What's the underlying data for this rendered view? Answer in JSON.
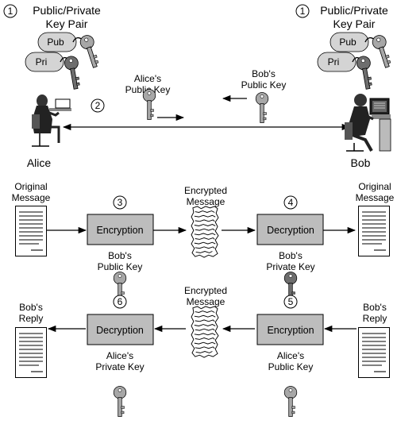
{
  "colors": {
    "box_fill": "#bdbdbd",
    "key_light": "#a7a7a7",
    "key_dark": "#6e6e6e",
    "key_pill": "#d4d4d4",
    "stroke": "#000000",
    "paper": "#ffffff"
  },
  "key_pairs": {
    "alice": {
      "step": "1",
      "line1": "Public/Private",
      "line2": "Key Pair",
      "pub": "Pub",
      "pri": "Pri"
    },
    "bob": {
      "step": "1",
      "line1": "Public/Private",
      "line2": "Key Pair",
      "pub": "Pub",
      "pri": "Pri"
    }
  },
  "exchange": {
    "step": "2",
    "alice_key": {
      "line1": "Alice's",
      "line2": "Public Key"
    },
    "bob_key": {
      "line1": "Bob's",
      "line2": "Public Key"
    }
  },
  "people": {
    "alice": "Alice",
    "bob": "Bob"
  },
  "row1": {
    "left_doc": {
      "line1": "Original",
      "line2": "Message"
    },
    "step_a": "3",
    "box_a": "Encryption",
    "key_a": {
      "line1": "Bob's",
      "line2": "Public Key"
    },
    "middle": {
      "line1": "Encrypted",
      "line2": "Message"
    },
    "step_b": "4",
    "box_b": "Decryption",
    "key_b": {
      "line1": "Bob's",
      "line2": "Private Key"
    },
    "right_doc": {
      "line1": "Original",
      "line2": "Message"
    }
  },
  "row2": {
    "left_doc": {
      "line1": "Bob's",
      "line2": "Reply"
    },
    "step_a": "6",
    "box_a": "Decryption",
    "key_a": {
      "line1": "Alice's",
      "line2": "Private Key"
    },
    "middle": {
      "line1": "Encrypted",
      "line2": "Message"
    },
    "step_b": "5",
    "box_b": "Encryption",
    "key_b": {
      "line1": "Alice's",
      "line2": "Public Key"
    },
    "right_doc": {
      "line1": "Bob's",
      "line2": "Reply"
    }
  }
}
